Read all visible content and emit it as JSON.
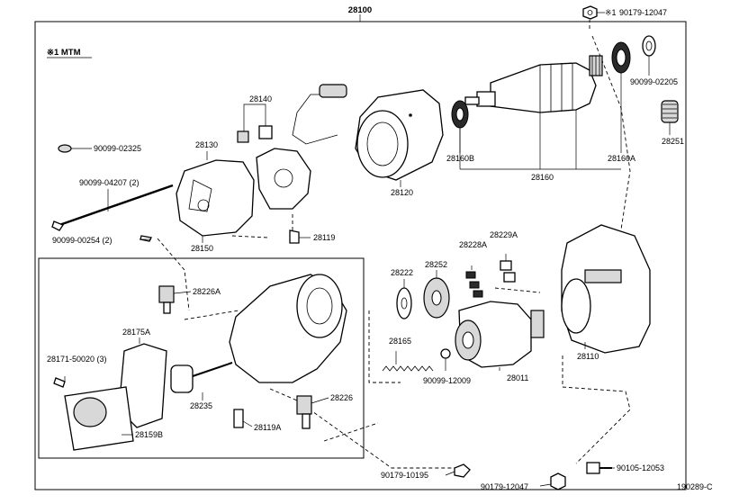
{
  "assembly_number": "28100",
  "note": "※1 MTM",
  "footer_code": "190289-C",
  "parts": {
    "p90179_12047_top": "90179-12047",
    "p90179_mark": "※1",
    "p90099_02205": "90099-02205",
    "p28251": "28251",
    "p28160A": "28160A",
    "p28160": "28160",
    "p28160B": "28160B",
    "p28120": "28120",
    "p28140": "28140",
    "p28130": "28130",
    "p90099_02325": "90099-02325",
    "p90099_04207": "90099-04207 (2)",
    "p90099_00254": "90099-00254 (2)",
    "p28150": "28150",
    "p28119": "28119",
    "p28226A": "28226A",
    "p28175A": "28175A",
    "p28171_50020": "28171-50020 (3)",
    "p28235": "28235",
    "p28226": "28226",
    "p28119A": "28119A",
    "p28159B": "28159B",
    "p28222": "28222",
    "p28252": "28252",
    "p28228A": "28228A",
    "p28229A": "28229A",
    "p28165": "28165",
    "p90099_12009": "90099-12009",
    "p28011": "28011",
    "p28110": "28110",
    "p90179_10195": "90179-10195",
    "p90179_12047_bottom": "90179-12047",
    "p90105_12053": "90105-12053"
  }
}
